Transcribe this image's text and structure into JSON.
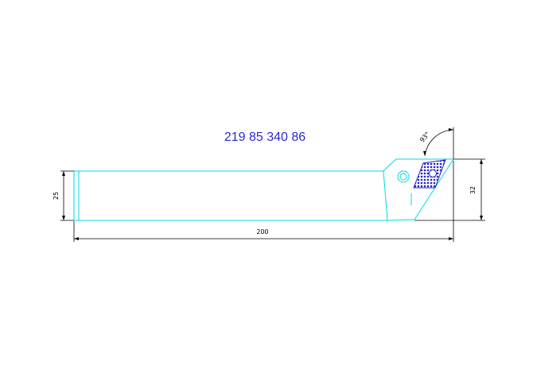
{
  "drawing": {
    "part_number": "219 85 340 86",
    "dim_length": "200",
    "dim_shank_height": "25",
    "dim_head_height": "32",
    "dim_angle": "93°"
  },
  "colors": {
    "outline": "#00d8e8",
    "part_number": "#2a2ad0",
    "insert_hatch": "#2424c8",
    "dimension": "#000000"
  }
}
